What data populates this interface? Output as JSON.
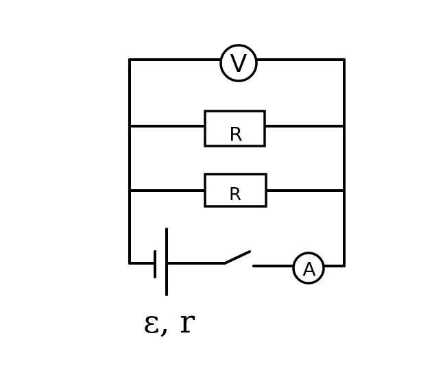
{
  "voltmeter": {
    "label": "V"
  },
  "ammeter": {
    "label": "A"
  },
  "resistor_top": {
    "label": "R"
  },
  "resistor_bottom": {
    "label": "R"
  },
  "battery": {
    "label": "ε, r"
  },
  "colors": {
    "ink": "#000000",
    "background": "#ffffff"
  }
}
